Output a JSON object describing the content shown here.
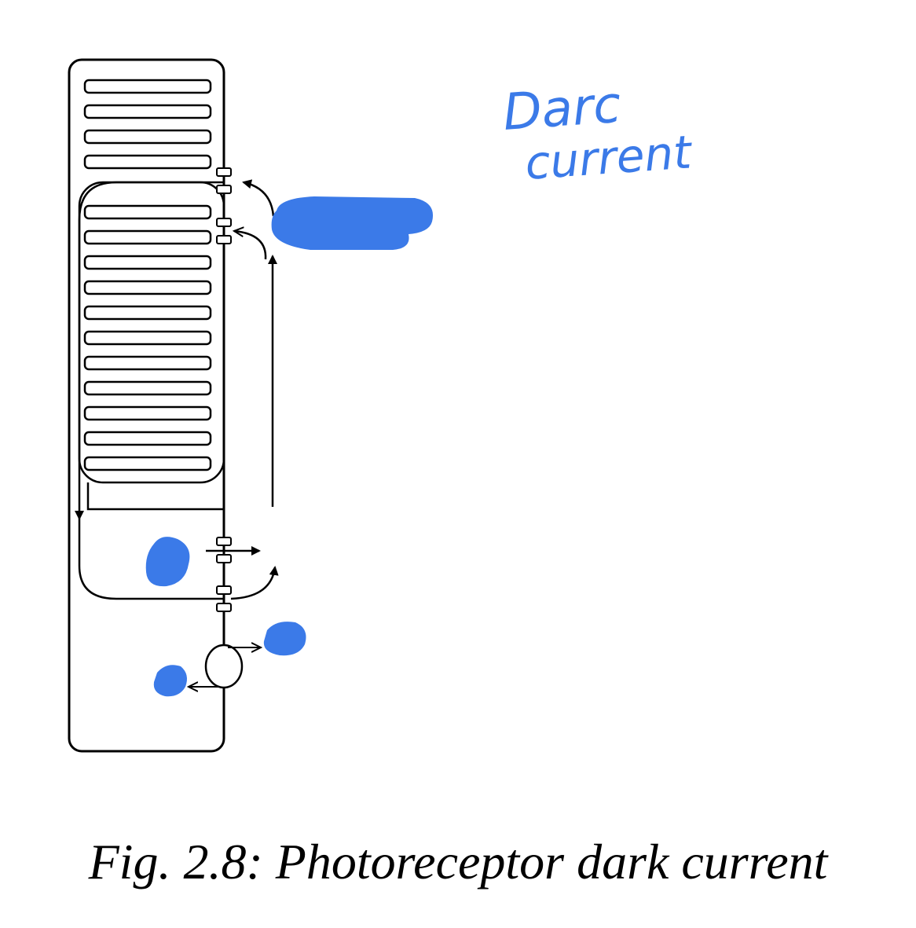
{
  "figure": {
    "caption": "Fig. 2.8: Photoreceptor dark current"
  },
  "annotation": {
    "line1": "Darc",
    "line2": "current"
  },
  "colors": {
    "ink": "#000000",
    "marker_blue": "#3b7ae8"
  },
  "disc_counts": {
    "upper_segment": 4,
    "lower_segment": 11
  }
}
